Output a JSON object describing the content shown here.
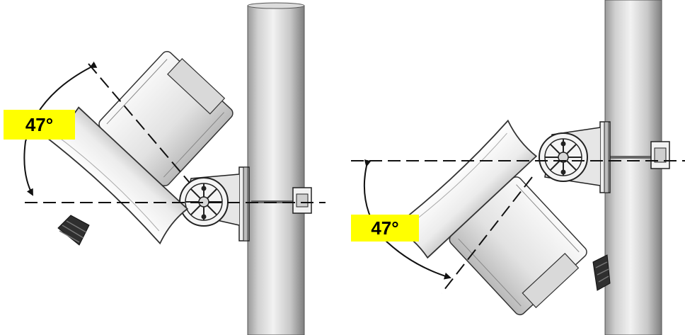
{
  "colors": {
    "label_background": "#ffff00",
    "label_text": "#000000",
    "line": "#111111",
    "pole_light": "#e6e6e6",
    "pole_dark": "#8a8a8a"
  },
  "figures": [
    {
      "id": "left",
      "tilt_direction": "upward",
      "tilt_angle_deg": 47,
      "angle_label": "47°"
    },
    {
      "id": "right",
      "tilt_direction": "downward",
      "tilt_angle_deg": 47,
      "angle_label": "47°"
    }
  ]
}
